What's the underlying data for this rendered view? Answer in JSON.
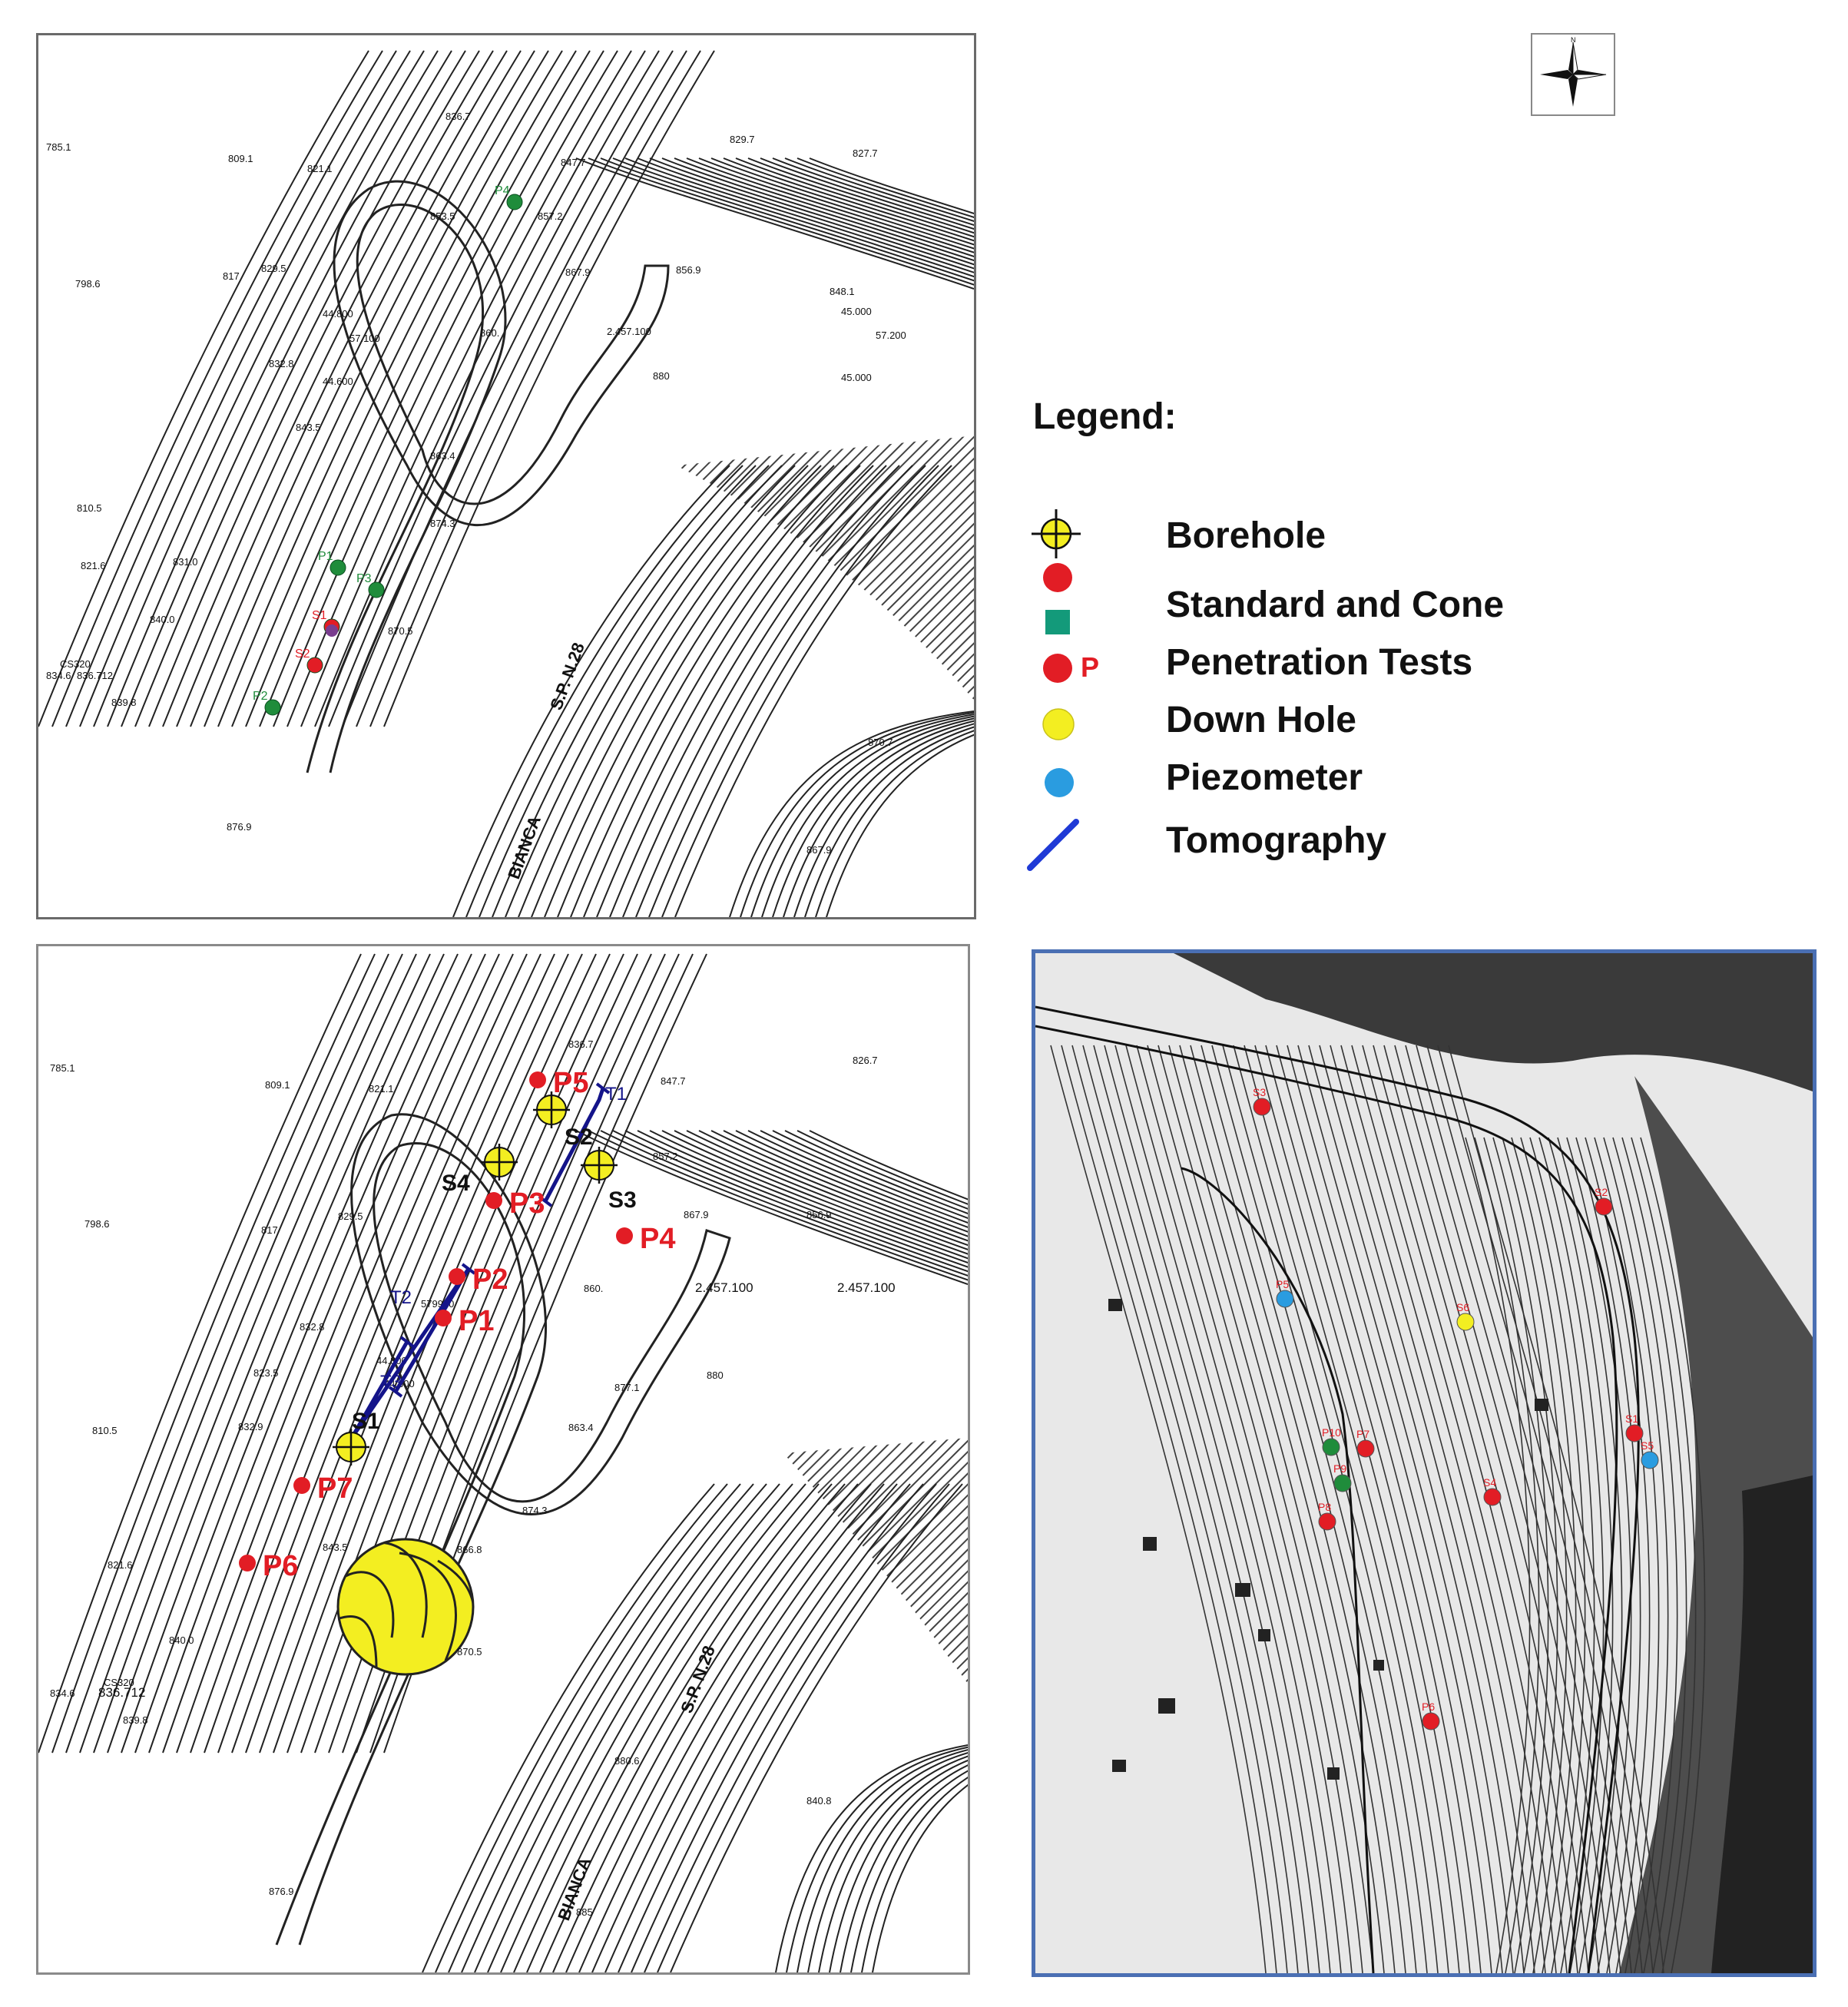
{
  "legend": {
    "title": "Legend:",
    "items": [
      {
        "label": "Borehole",
        "icon": "borehole-icon"
      },
      {
        "label": "Standard and Cone",
        "icon": "red-dot-icon"
      },
      {
        "label": "Penetration Tests",
        "icon": "red-dot-p-icon",
        "marker_text": "P"
      },
      {
        "label": "Down Hole",
        "icon": "yellow-dot-icon"
      },
      {
        "label": "Piezometer",
        "icon": "blue-dot-icon"
      },
      {
        "label": "Tomography",
        "icon": "blue-line-icon"
      }
    ],
    "colors": {
      "red": "#e21d25",
      "green": "#1f8c3b",
      "yellow": "#f3ee21",
      "blue": "#2a9ce0",
      "navy": "#14148a"
    }
  },
  "map_a": {
    "elevations": [
      "836.7",
      "829.7",
      "827.7",
      "847.7",
      "857.2",
      "853.5",
      "809.1",
      "821.1",
      "785.1",
      "798.6",
      "817",
      "829.5",
      "44.800",
      "57.100",
      "44.600",
      "45.000",
      "57.200",
      "45.000",
      "860.",
      "2.457.100",
      "856.9",
      "867.9",
      "848.1",
      "880",
      "863.4",
      "874.3",
      "870.5",
      "810.5",
      "821.6",
      "831.0",
      "840.0",
      "834.6",
      "836.712",
      "839.8",
      "876.9",
      "870.7",
      "867.9",
      "832.8",
      "843.5"
    ],
    "labels": {
      "cs": "CS320",
      "road1": "BIANCA",
      "road2": "S.P. N.28"
    },
    "points": [
      {
        "id": "P4",
        "color": "green"
      },
      {
        "id": "P1",
        "color": "green"
      },
      {
        "id": "P3",
        "color": "green"
      },
      {
        "id": "S1",
        "color": "red"
      },
      {
        "id": "S2",
        "color": "red"
      },
      {
        "id": "P2",
        "color": "green"
      }
    ]
  },
  "map_b": {
    "elevations": [
      "836.7",
      "826.7",
      "847.7",
      "857.2",
      "856.9",
      "867.9",
      "809.1",
      "821.1",
      "785.1",
      "798.6",
      "817",
      "829.5",
      "832.8",
      "823.5",
      "810.5",
      "832.9",
      "821.6",
      "840.0",
      "834.6",
      "836.712",
      "839.8",
      "843.5",
      "866.8",
      "870.5",
      "863.4",
      "874.3",
      "877.1",
      "880",
      "860.",
      "2.457.100",
      "2.457.100",
      "44.800",
      "44.600",
      "579900",
      "876.9",
      "885",
      "880.6",
      "840.8"
    ],
    "labels": {
      "cs": "CS320",
      "road1": "BIANCA",
      "road2": "S.P. N.28"
    },
    "tests": [
      "P5",
      "P3",
      "P4",
      "P2",
      "P1",
      "P7",
      "P6"
    ],
    "boreholes": [
      "S2",
      "S4",
      "S3",
      "S1"
    ],
    "tomography": [
      "T1",
      "T2",
      "T3"
    ]
  },
  "map_c": {
    "labels": [
      "S3",
      "S2",
      "P5",
      "S6",
      "S1",
      "S5",
      "P10",
      "P9",
      "P7",
      "P8",
      "S4",
      "P6"
    ]
  }
}
